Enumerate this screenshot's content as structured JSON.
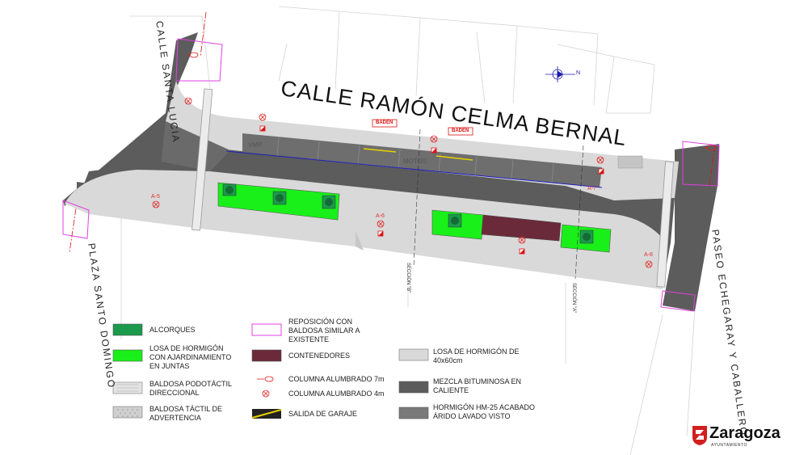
{
  "title": "CALLE RAMÓN CELMA BERNAL",
  "streets": {
    "left_top": "CALLE SANTA LUCIA",
    "left_bottom": "PLAZA SANTO DOMINGO",
    "right": "PASEO ECHEGARAY Y CABALLERO"
  },
  "sections": {
    "b": "SECCIÓN \"B\"",
    "a": "SECCIÓN \"A\""
  },
  "signs": {
    "baden_1": "BADEN",
    "baden_2": "BADEN"
  },
  "parking": {
    "vmp": "VMP",
    "motos": "MOTOS"
  },
  "tags": {
    "a5": "A-5",
    "a6": "A-6",
    "a7": "A-7",
    "a8": "A-8"
  },
  "north": "N",
  "colors": {
    "alcorques": "#1a9a4a",
    "losa_ajardinamiento": "#19f019",
    "contenedores": "#6b2a3a",
    "losa_hormigon": "#d9d9d9",
    "mezcla_bituminosa": "#5c5c5c",
    "hormigon_hm25": "#7a7a7a",
    "reposicion": "#e040e0",
    "lighting": "#e02020",
    "axis_line": "#2020c0"
  },
  "legend": {
    "alcorques": "ALCORQUES",
    "losa_ajardinamiento": "LOSA DE HORMIGÓN\nCON AJARDINAMIENTO\nEN JUNTAS",
    "baldosa_podotactil": "BALDOSA PODOTÁCTIL\nDIRECCIONAL",
    "baldosa_tactil": "BALDOSA TÁCTIL DE\nADVERTENCIA",
    "reposicion": "REPOSICIÓN CON\nBALDOSA SIMILAR A\nEXISTENTE",
    "contenedores": "CONTENEDORES",
    "columna_7m": "COLUMNA ALUMBRADO 7m",
    "columna_4m": "COLUMNA ALUMBRADO 4m",
    "salida_garaje": "SALIDA DE GARAJE",
    "losa_40x60": "LOSA DE HORMIGÓN DE\n40x60cm",
    "mezcla_bituminosa": "MEZCLA BITUMINOSA EN\nCALIENTE",
    "hormigon_hm25": "HORMIGÓN HM-25 ACABADO\nÁRIDO LAVADO VISTO"
  },
  "logo": {
    "name": "Zaragoza",
    "sub": "AYUNTAMIENTO"
  }
}
